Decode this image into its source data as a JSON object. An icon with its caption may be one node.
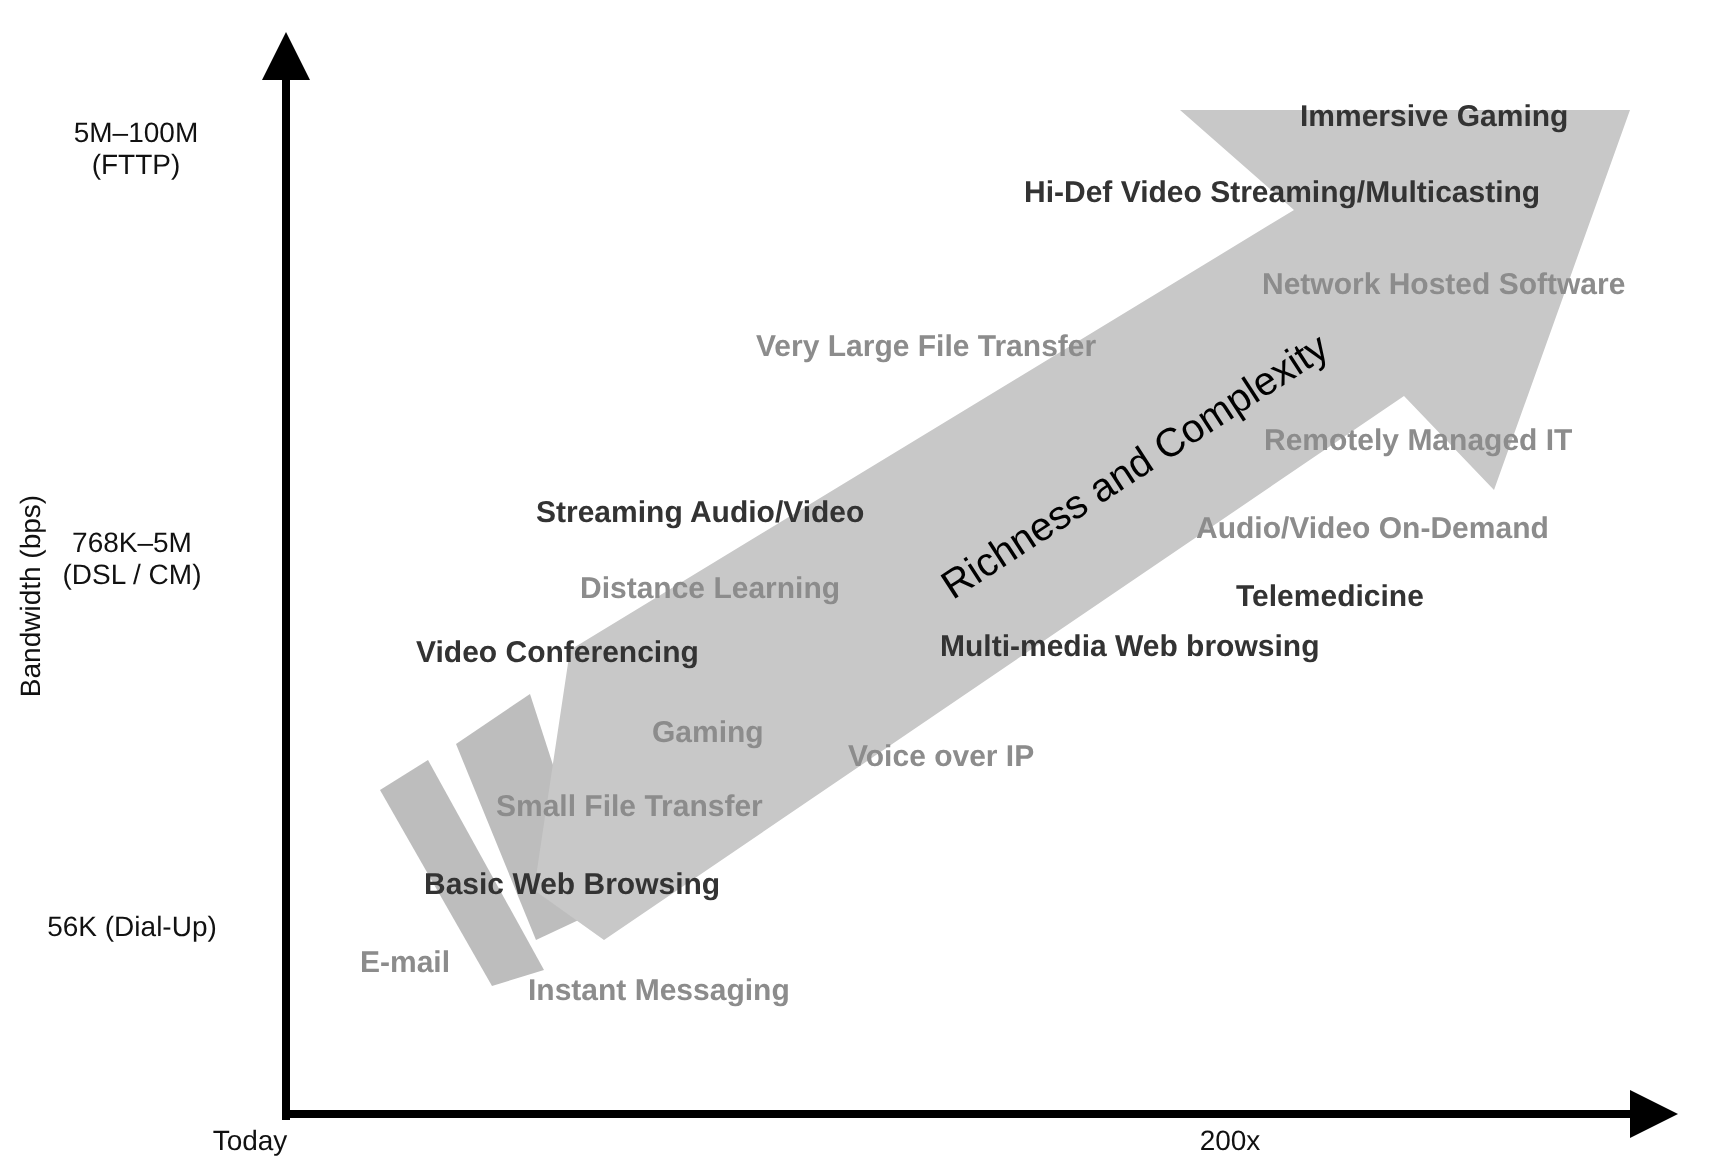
{
  "diagram": {
    "nodes": [
      {
        "text": [
          "Richness and Complexity"
        ]
      }
    ],
    "edges": [],
    "labels": [
      "Immersive Gaming",
      "5M–100M (FTTP)",
      "Hi-Def Video Streaming/Multicasting",
      "Network Hosted Software",
      "Very Large File Transfer",
      "Remotely Managed IT",
      "Bandwidth (bps)",
      "Streaming Audio/Video",
      "Audio/Video On-Demand",
      "768K–5M (DSL / CM)",
      "Distance Learning",
      "Telemedicine",
      "Video Conferencing",
      "Multi-media Web browsing",
      "Gaming",
      "Voice over IP",
      "Small File Transfer",
      "Basic Web Browsing",
      "56K (Dial-Up)",
      "E-mail",
      "Instant Messaging",
      "Today",
      "200x"
    ]
  }
}
